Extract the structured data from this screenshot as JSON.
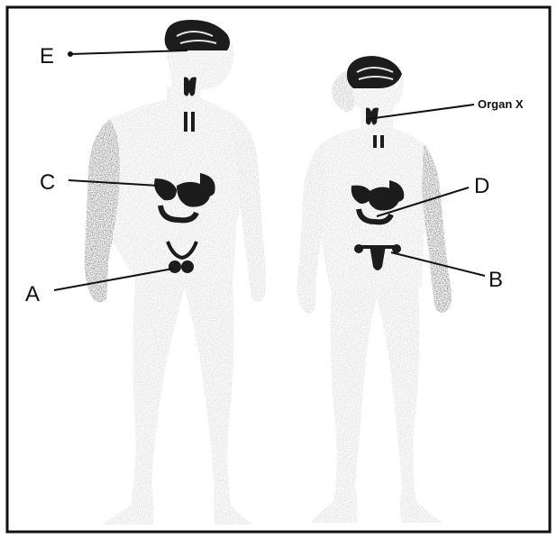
{
  "figure": {
    "labels": {
      "E": "E",
      "C": "C",
      "A": "A",
      "D": "D",
      "B": "B",
      "organ_x": "Organ X"
    }
  },
  "colors": {
    "body_fill": "#d4d4d4",
    "body_shadow": "#5a5a5a",
    "organ_fill": "#1c1c1c",
    "line": "#111111",
    "frame": "#111111"
  }
}
